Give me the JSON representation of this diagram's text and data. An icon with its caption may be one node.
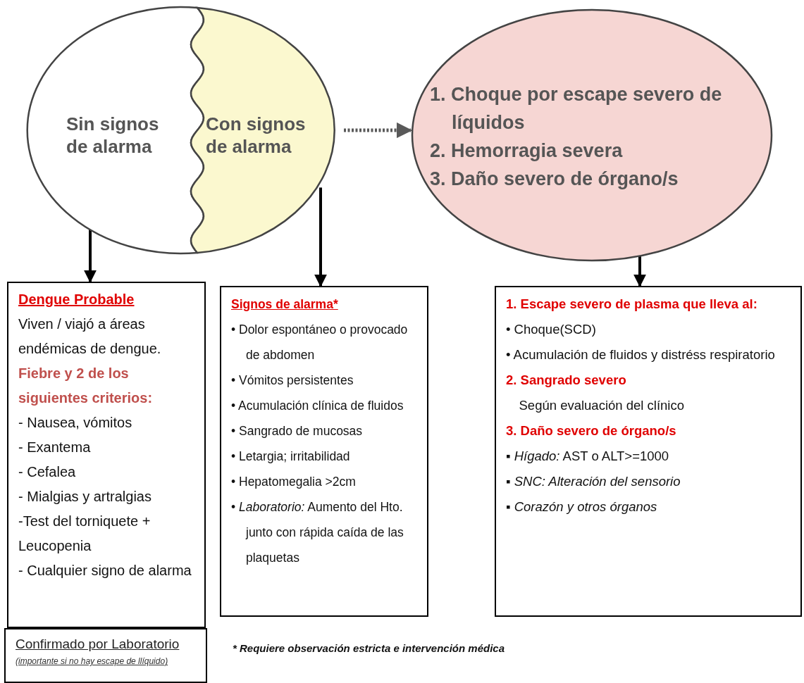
{
  "diagram": {
    "nodes": [
      {
        "text": [
          "Sin signos de alarma"
        ]
      },
      {
        "text": [
          "Con signos de alarma"
        ]
      },
      {
        "text": [
          "1. Choque por escape severo de líquidos",
          "2. Hemorragia severa",
          "3. Daño severo de órgano/s"
        ]
      },
      {
        "text": [
          "Dengue Probable",
          "Viven / viajó a áreas endémicas de dengue.",
          "Fiebre y 2 de los siguientes criterios:",
          "- Nausea, vómitos",
          "- Exantema",
          "- Cefalea",
          "- Mialgias y artralgias",
          "-Test del torniquete + Leucopenia",
          "- Cualquier signo de alarma"
        ]
      },
      {
        "text": [
          "Confirmado por Laboratorio",
          "(importante si no hay escape de llíquido)"
        ]
      },
      {
        "text": [
          "Signos de alarma*",
          "• Dolor espontáneo o provocado de abdomen",
          "• Vómitos persistentes",
          "• Acumulación clínica de fluidos",
          "• Sangrado de mucosas",
          "• Letargia; irritabilidad",
          "• Hepatomegalia >2cm",
          "• *Laboratorio:* Aumento del Hto. junto con rápida caída de las plaquetas"
        ]
      },
      {
        "text": [
          "1. Escape severo de plasma que lleva al:",
          "• Choque(SCD)",
          "• Acumulación de fluidos y distréss respiratorio",
          "2. Sangrado severo",
          "Según evaluación del clínico",
          "3. Daño severo de órgano/s",
          "▪ *Hígado:* AST o ALT>=1000",
          "▪ *SNC: Alteración del sensorio*",
          "▪ *Corazón y otros órganos*"
        ]
      }
    ],
    "edges": [
      {
        "from": 1,
        "to": 2,
        "arrow": "to",
        "style": "dashed",
        "color": "#595959"
      },
      {
        "from": 0,
        "to": 3,
        "arrow": "to"
      },
      {
        "from": 1,
        "to": 5,
        "arrow": "to"
      },
      {
        "from": 2,
        "to": 6,
        "arrow": "to"
      }
    ],
    "labels": [
      "* Requiere observación estricta e intervención médica"
    ]
  }
}
